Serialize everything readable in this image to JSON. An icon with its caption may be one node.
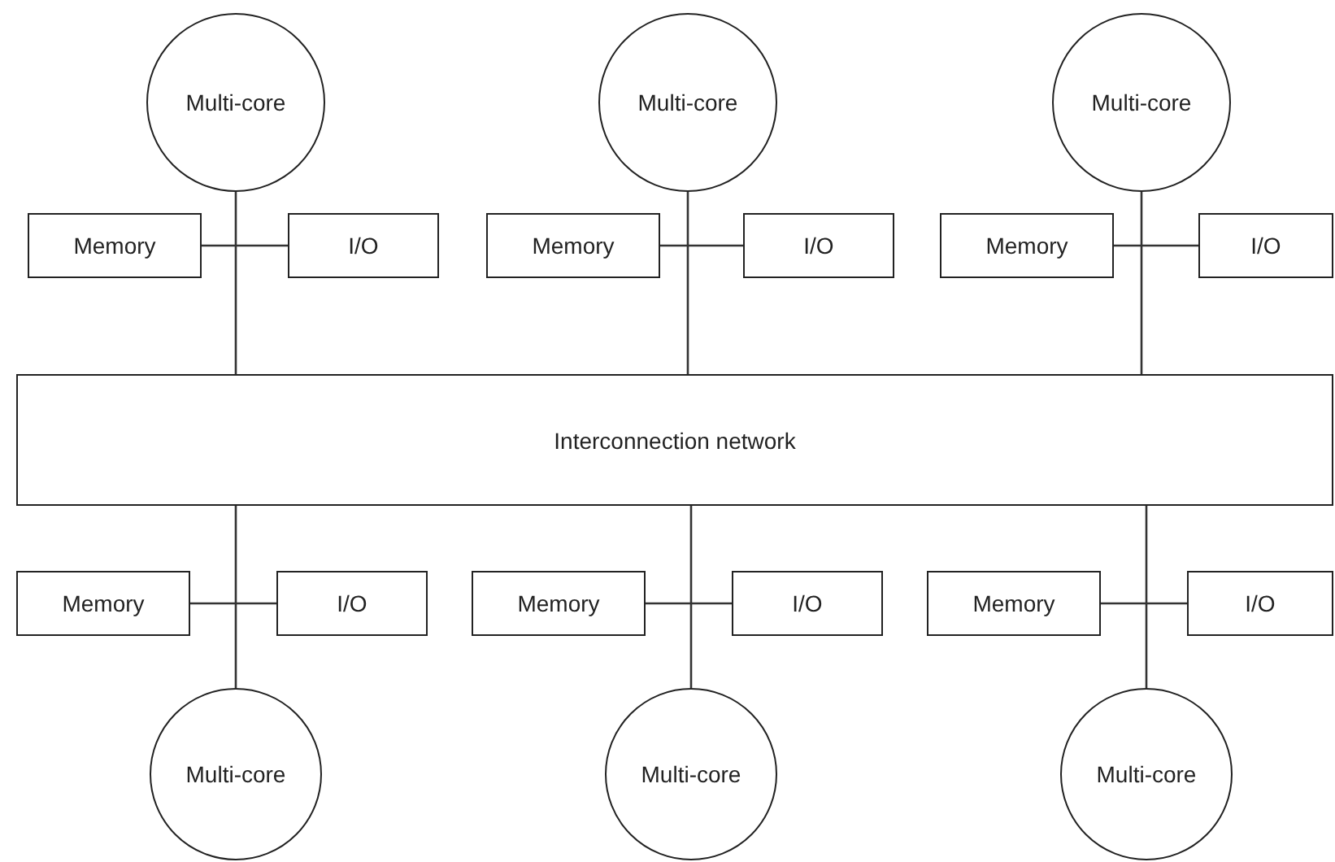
{
  "diagram": {
    "nodes": [
      {
        "text": [
          "Multi-core"
        ]
      },
      {
        "text": [
          "Multi-core"
        ]
      },
      {
        "text": [
          "Multi-core"
        ]
      },
      {
        "text": [
          "Memory"
        ]
      },
      {
        "text": [
          "I/O"
        ]
      },
      {
        "text": [
          "Memory"
        ]
      },
      {
        "text": [
          "I/O"
        ]
      },
      {
        "text": [
          "Memory"
        ]
      },
      {
        "text": [
          "I/O"
        ]
      },
      {
        "text": [
          "Interconnection network"
        ]
      },
      {
        "text": [
          "Memory"
        ]
      },
      {
        "text": [
          "I/O"
        ]
      },
      {
        "text": [
          "Memory"
        ]
      },
      {
        "text": [
          "I/O"
        ]
      },
      {
        "text": [
          "Memory"
        ]
      },
      {
        "text": [
          "I/O"
        ]
      },
      {
        "text": [
          "Multi-core"
        ]
      },
      {
        "text": [
          "Multi-core"
        ]
      },
      {
        "text": [
          "Multi-core"
        ]
      }
    ],
    "edges": [
      {
        "from": 0,
        "to": 9,
        "arrow": "none"
      },
      {
        "from": 1,
        "to": 9,
        "arrow": "none"
      },
      {
        "from": 2,
        "to": 9,
        "arrow": "none"
      },
      {
        "from": 3,
        "to": 4,
        "arrow": "none"
      },
      {
        "from": 5,
        "to": 6,
        "arrow": "none"
      },
      {
        "from": 7,
        "to": 8,
        "arrow": "none"
      },
      {
        "from": 9,
        "to": 16,
        "arrow": "none"
      },
      {
        "from": 9,
        "to": 17,
        "arrow": "none"
      },
      {
        "from": 9,
        "to": 18,
        "arrow": "none"
      },
      {
        "from": 10,
        "to": 11,
        "arrow": "none"
      },
      {
        "from": 12,
        "to": 13,
        "arrow": "none"
      },
      {
        "from": 14,
        "to": 15,
        "arrow": "none"
      }
    ]
  }
}
